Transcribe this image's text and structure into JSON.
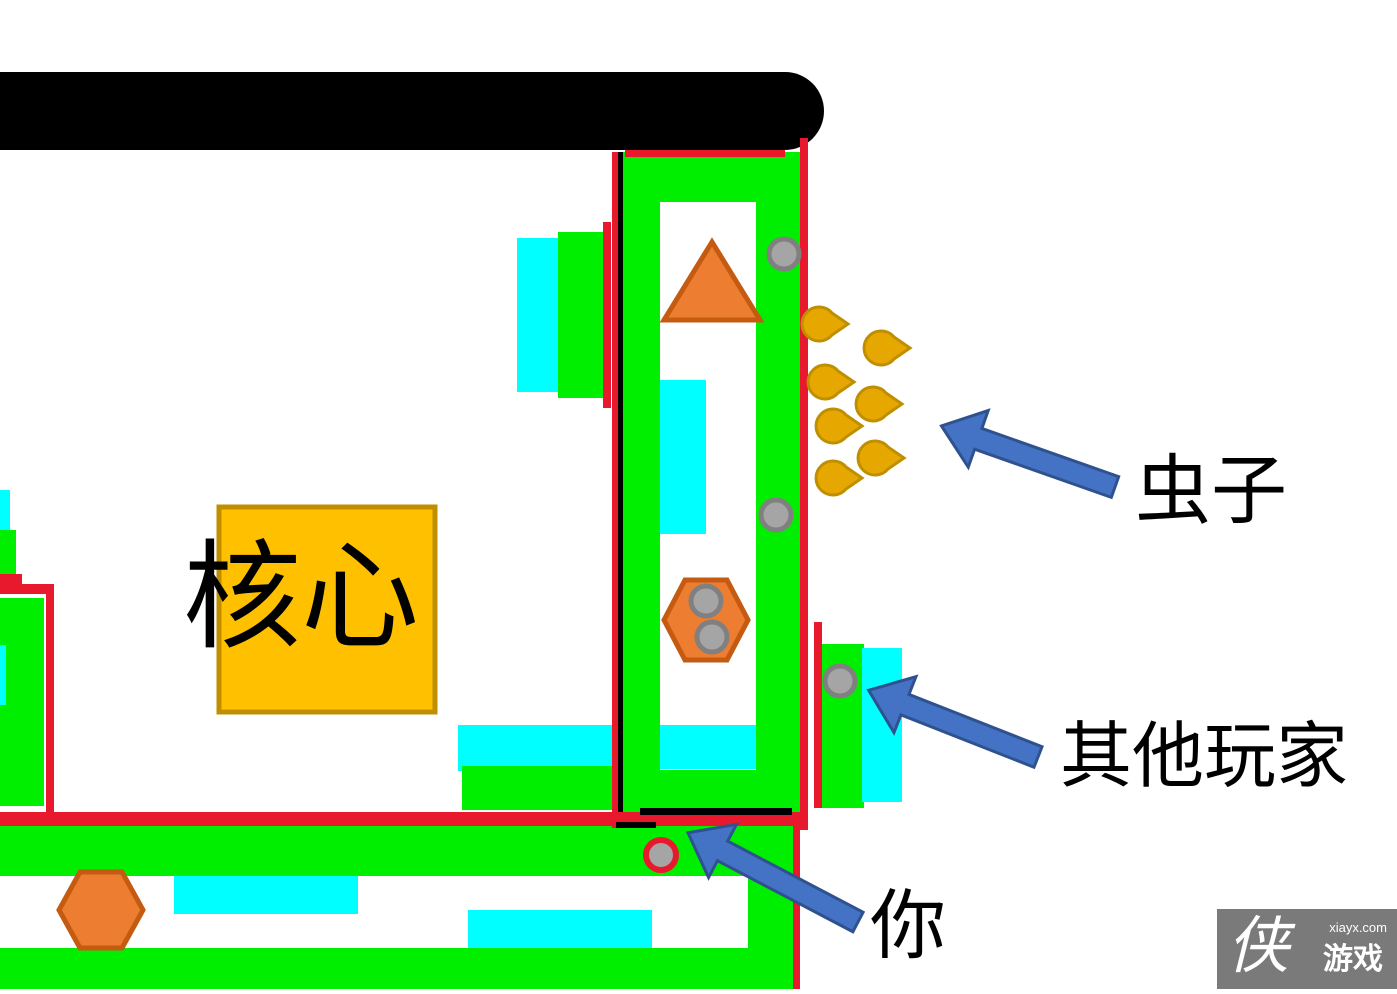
{
  "labels": {
    "core": "核心",
    "bugs": "虫子",
    "other_players": "其他玩家",
    "you": "你"
  },
  "watermark": {
    "char": "侠",
    "domain": "xiayx.com",
    "name": "游戏"
  },
  "colors": {
    "wall_black": "#000000",
    "border_red": "#e8192c",
    "block_green": "#00ee00",
    "block_cyan": "#00ffff",
    "core_fill": "#ffc000",
    "core_border": "#bf8f00",
    "shape_orange": "#ed7d31",
    "shape_orange_border": "#c55a11",
    "bug_yellow": "#e6a800",
    "bug_border": "#bf8f00",
    "player_gray": "#a5a5a5",
    "player_border": "#808080",
    "arrow_blue": "#4472c4",
    "arrow_border": "#2f528f",
    "you_ring": "#e8192c"
  },
  "icons": {
    "triangle": "orange-triangle-icon",
    "hexagon": "orange-hexagon-icon",
    "bug": "bug-icon",
    "player": "player-dot-icon",
    "arrow": "blue-arrow-icon"
  }
}
